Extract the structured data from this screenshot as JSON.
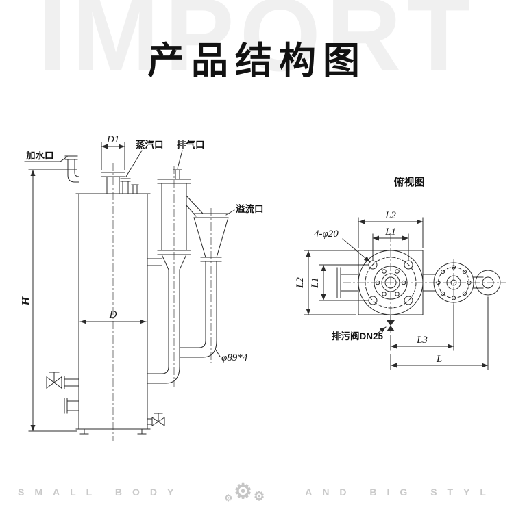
{
  "header": {
    "watermark": "IMPORT",
    "title": "产品结构图"
  },
  "front_view": {
    "labels": {
      "water_inlet": "加水口",
      "d1": "D1",
      "steam_port": "蒸汽口",
      "exhaust_port": "排气口",
      "overflow_port": "溢流口",
      "height": "H",
      "diameter": "D",
      "pipe_spec": "φ89*4"
    }
  },
  "top_view": {
    "title": "俯视图",
    "labels": {
      "l2_top": "L2",
      "l1_top": "L1",
      "bolt_holes": "4-φ20",
      "l2_left": "L2",
      "l1_left": "L1",
      "drain_valve": "排污阀DN25",
      "l3": "L3",
      "l": "L"
    }
  },
  "footer": {
    "left_text": "SMALL BODY",
    "right_text": "AND BIG STYL"
  },
  "icons": {
    "gear": "⚙"
  },
  "colors": {
    "line": "#2b2b2b",
    "watermark": "#f0f0f0",
    "footer_text": "#c9c9c9"
  }
}
